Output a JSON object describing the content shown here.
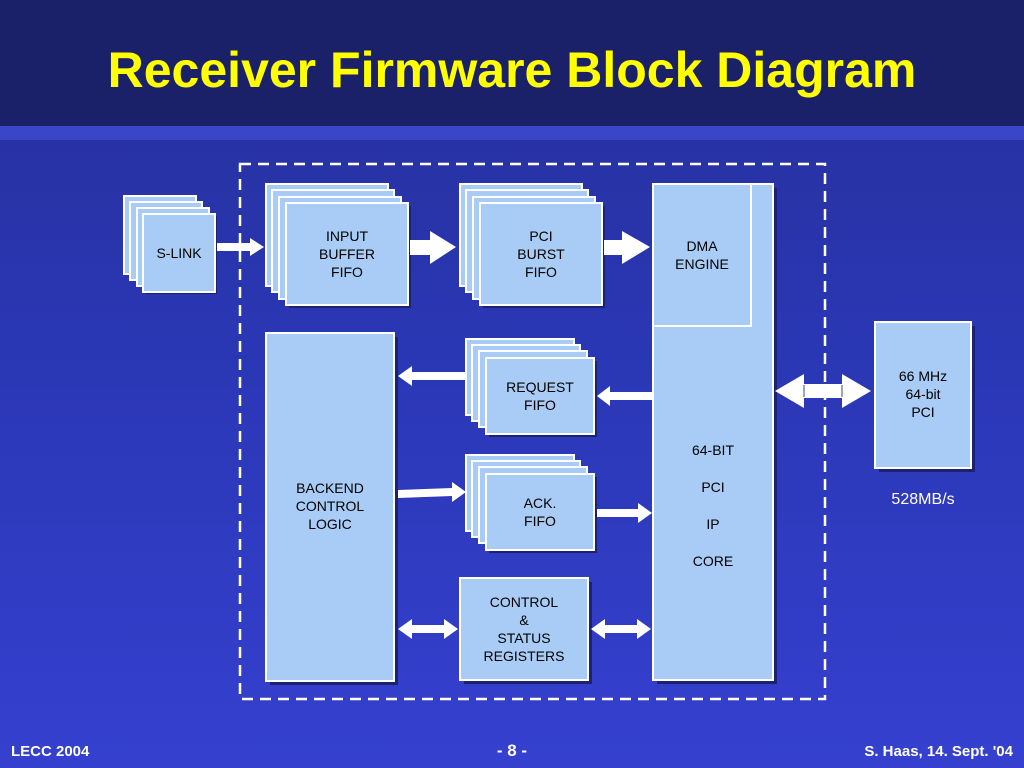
{
  "slide": {
    "title": "Receiver Firmware Block Diagram",
    "footer_left": "LECC 2004",
    "footer_center": "- 8 -",
    "footer_right": "S. Haas, 14. Sept. '04"
  },
  "diagram": {
    "slink": "S-LINK",
    "input_buffer_fifo": [
      "INPUT",
      "BUFFER",
      "FIFO"
    ],
    "pci_burst_fifo": [
      "PCI",
      "BURST",
      "FIFO"
    ],
    "dma_engine": [
      "DMA",
      "ENGINE"
    ],
    "pci_core": [
      "64-BIT",
      "PCI",
      "IP",
      "CORE"
    ],
    "request_fifo": [
      "REQUEST",
      "FIFO"
    ],
    "ack_fifo": [
      "ACK.",
      "FIFO"
    ],
    "control_status_registers": [
      "CONTROL",
      "&",
      "STATUS",
      "REGISTERS"
    ],
    "backend_control_logic": [
      "BACKEND",
      "CONTROL",
      "LOGIC"
    ],
    "pci_bus": [
      "66 MHz",
      "64-bit",
      "PCI"
    ],
    "bandwidth": "528MB/s"
  },
  "colors": {
    "block_fill": "#a8ccf5",
    "block_stroke": "#ffffff",
    "title": "#ffff00",
    "header_background": "#1a2168"
  }
}
